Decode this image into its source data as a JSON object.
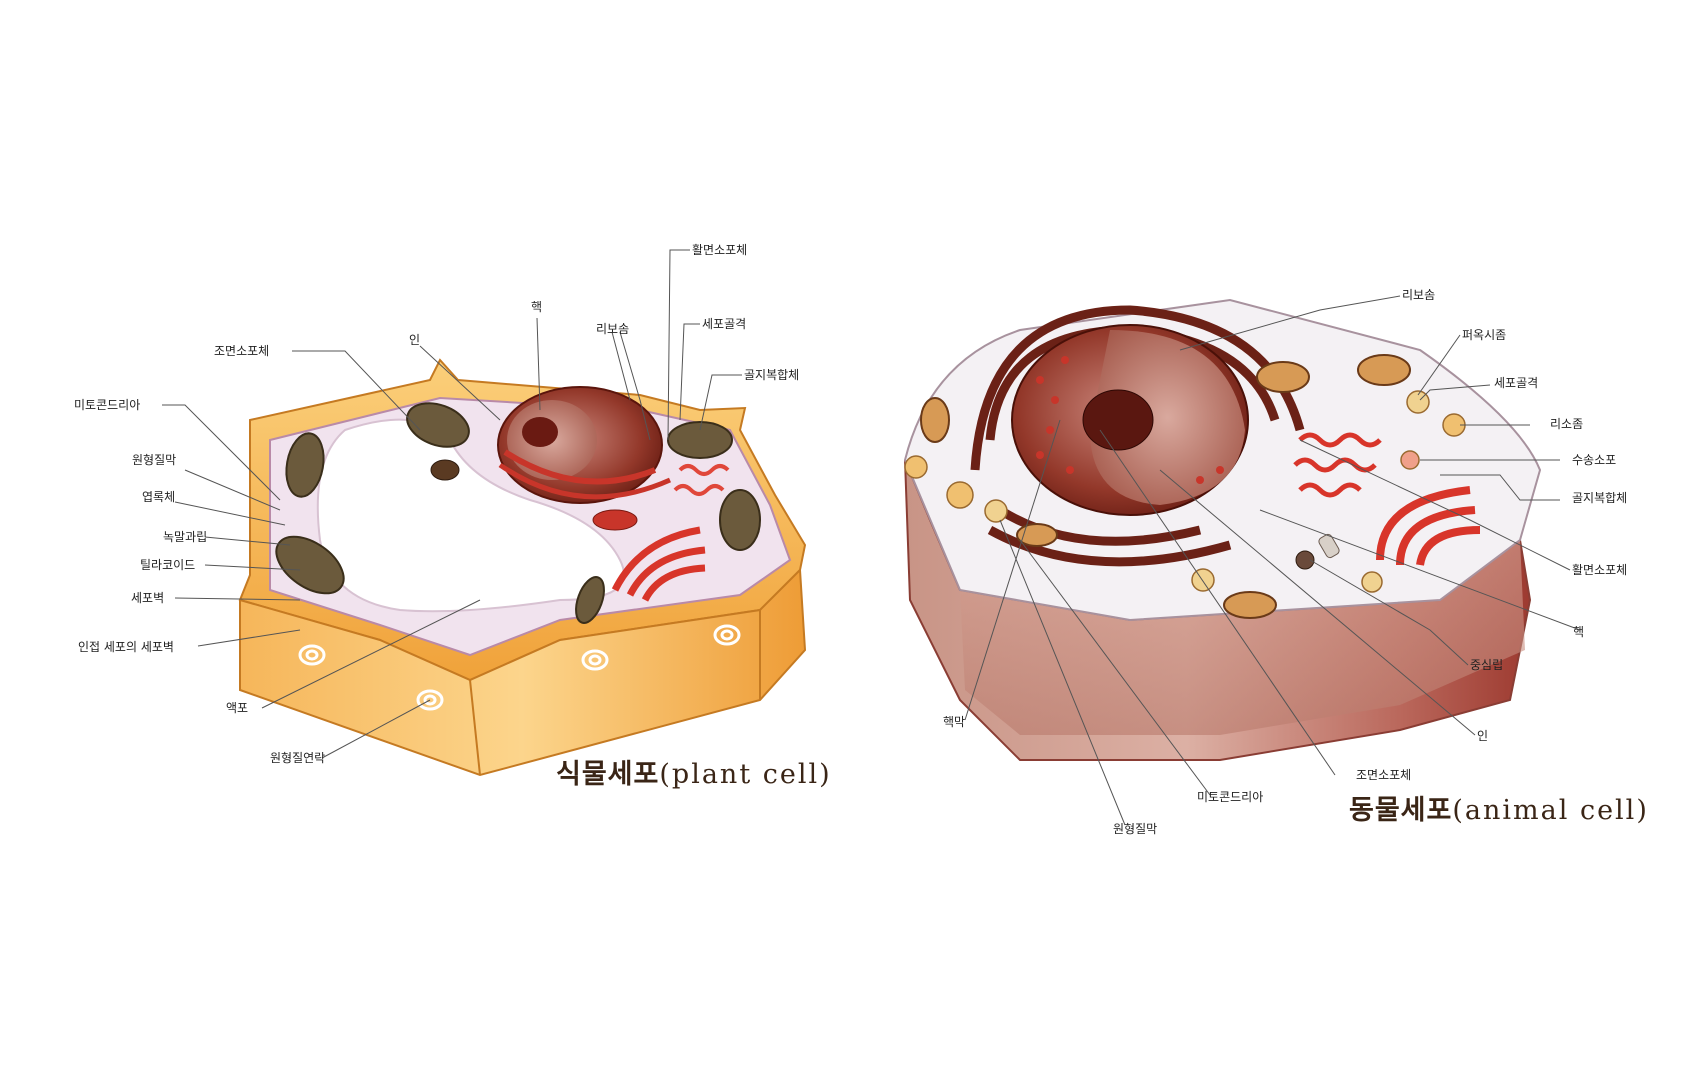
{
  "plant": {
    "title_ko": "식물세포",
    "title_en": "(plant  cell)",
    "labels": {
      "smooth_er": "활면소포체",
      "nucleus": "핵",
      "ribosome": "리보솜",
      "cytoskeleton": "세포골격",
      "nucleolus": "인",
      "rough_er": "조면소포체",
      "golgi": "골지복합체",
      "mitochondria": "미토콘드리아",
      "cell_membrane": "원형질막",
      "chloroplast": "엽록체",
      "grana": "녹말과립",
      "thylakoid": "틸라코이드",
      "cell_wall": "세포벽",
      "adjacent_wall": "인접 세포의 세포벽",
      "vacuole": "액포",
      "plasmodesmata": "원형질연락"
    }
  },
  "animal": {
    "title_ko": "동물세포",
    "title_en": "(animal  cell)",
    "labels": {
      "ribosome": "리보솜",
      "peroxisome": "퍼옥시좀",
      "cytoskeleton": "세포골격",
      "lysosome": "리소좀",
      "transport_vesicle": "수송소포",
      "golgi": "골지복합체",
      "smooth_er": "활면소포체",
      "nucleus": "핵",
      "centriole": "중심립",
      "nucleolus": "인",
      "rough_er": "조면소포체",
      "mitochondria": "미토콘드리아",
      "cell_membrane": "원형질막",
      "nuclear_membrane": "핵막"
    }
  },
  "colors": {
    "cell_wall": "#f2a43a",
    "cytoplasm": "#f1e3ee",
    "nucleus": "#8a2e20",
    "er": "#d8352a",
    "chloroplast": "#6b5a3c",
    "animal_body": "#b9665a",
    "animal_cytoplasm": "#f4f1f4"
  }
}
